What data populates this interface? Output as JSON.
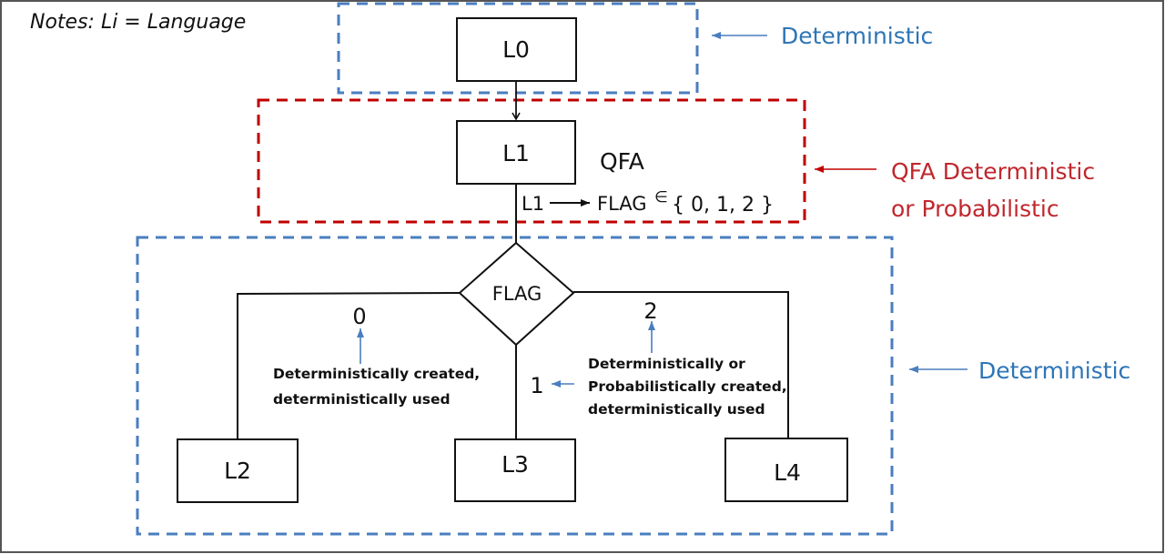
{
  "notes": {
    "text": "Notes: Li = Language"
  },
  "colors": {
    "deterministic_blue": "#4a7ebf",
    "deterministic_label_blue": "#2e75b6",
    "qfa_red": "#c00000",
    "qfa_label_red": "#c0272d",
    "line_black": "#111111",
    "frame_gray": "#555555"
  },
  "nodes": {
    "l0": "L0",
    "l1": "L1",
    "l2": "L2",
    "l3": "L3",
    "l4": "L4",
    "flag": "FLAG"
  },
  "qfa_label": "QFA",
  "mapping": {
    "source": "L1",
    "arrow_icon": "right-arrow-icon",
    "target": "FLAG",
    "element_of": "∈",
    "set": "{ 0, 1, 2 }"
  },
  "branches": {
    "zero": {
      "value": "0",
      "note_line1": "Deterministically created,",
      "note_line2": "deterministically used"
    },
    "one": {
      "value": "1"
    },
    "two": {
      "value": "2",
      "note_line1": "Deterministically or",
      "note_line2": "Probabilistically created,",
      "note_line3": "deterministically used"
    }
  },
  "legend": {
    "top": {
      "label": "Deterministic",
      "icon": "left-arrow-icon"
    },
    "middle": {
      "label_line1": "QFA Deterministic",
      "label_line2": "or Probabilistic",
      "icon": "left-arrow-icon"
    },
    "bottom": {
      "label": "Deterministic",
      "icon": "left-arrow-icon"
    }
  }
}
